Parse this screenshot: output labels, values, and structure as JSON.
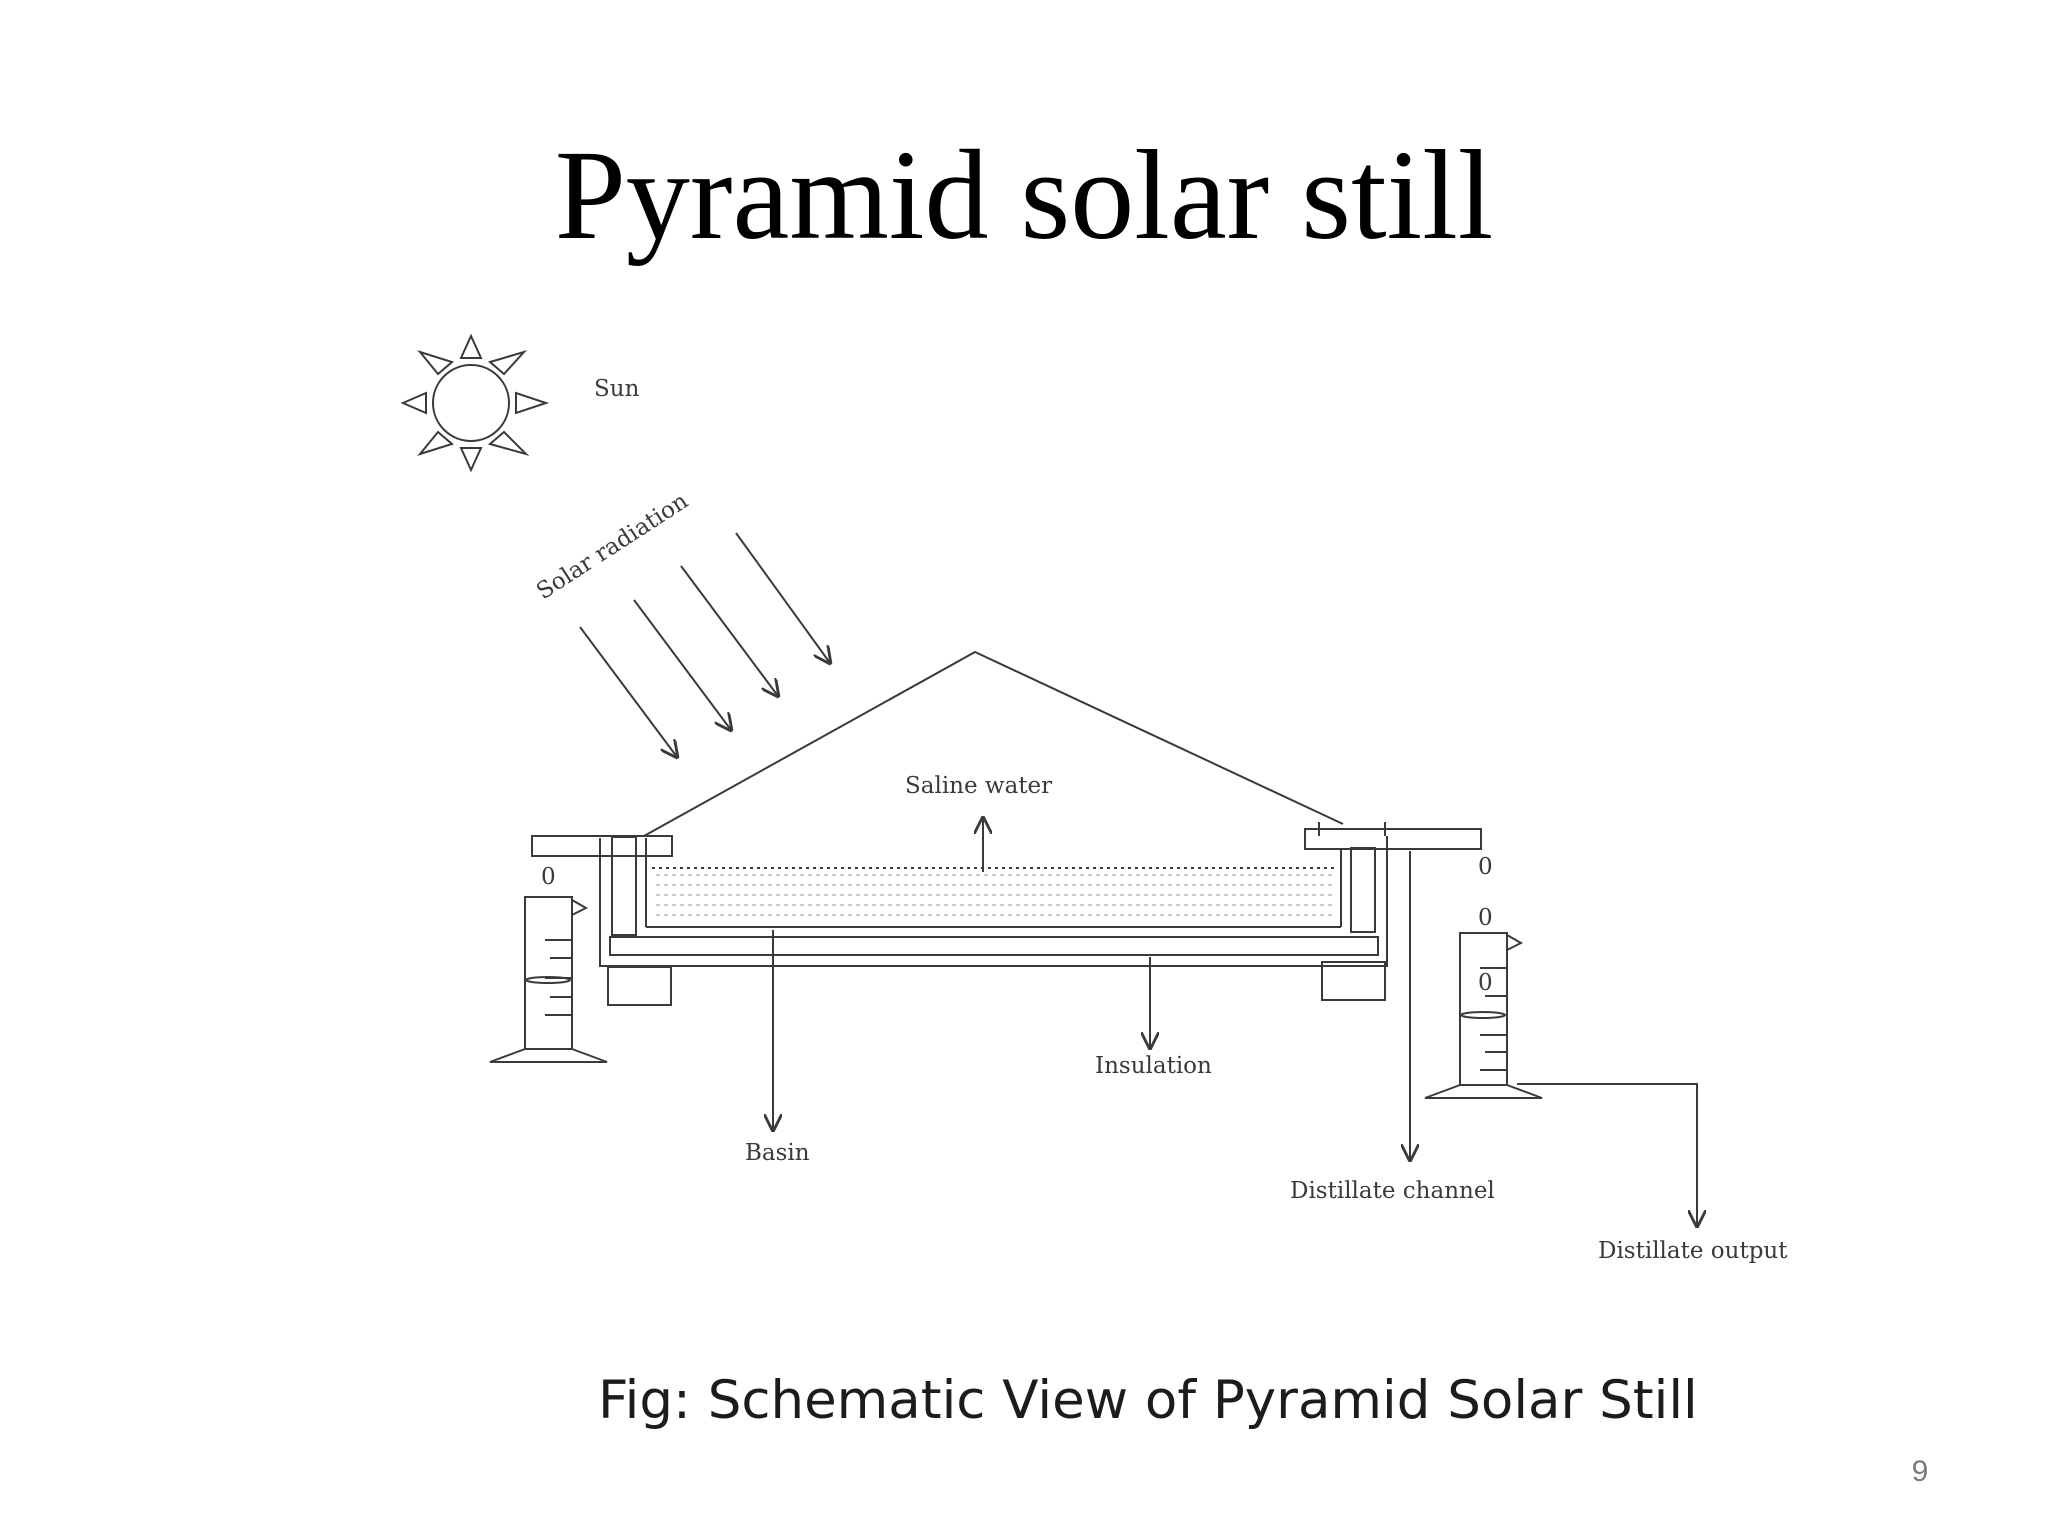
{
  "slide": {
    "title": "Pyramid solar still",
    "caption": "Fig: Schematic View of Pyramid Solar Still",
    "page_number": "9"
  },
  "diagram": {
    "labels": {
      "sun": "Sun",
      "solar_radiation": "Solar radiation",
      "saline_water": "Saline water",
      "insulation": "Insulation",
      "basin": "Basin",
      "distillate_channel": "Distillate channel",
      "distillate_output": "Distillate output"
    },
    "cylinder_marks": {
      "left_top": "0",
      "right_top_1": "0",
      "right_top_2": "0",
      "right_mark": "0"
    }
  },
  "colors": {
    "line": "#3a3a3a",
    "hatch": "#8a8a8a",
    "footing": "#c8c8c8",
    "water": "#9a9a9a"
  }
}
